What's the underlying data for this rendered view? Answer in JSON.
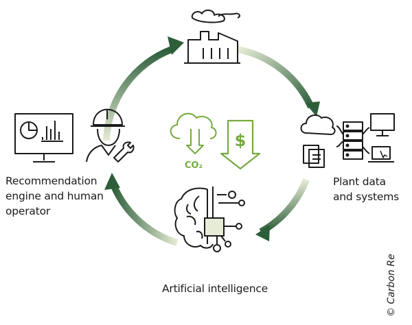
{
  "labels": {
    "recommendation": "Recommendation engine and human operator",
    "plant": "Plant data and systems",
    "ai": "Artificial intelligence",
    "co2": "CO₂",
    "dollar": "$",
    "copyright": "© Carbon Re"
  },
  "colors": {
    "dark_green": "#2d5e3a",
    "light_green": "#e6ecd6",
    "icon_green": "#74a93f",
    "ink": "#1a1a1a"
  },
  "icons": [
    "factory-icon",
    "cloud-icon",
    "server-icon",
    "monitor-icon",
    "laptop-icon",
    "document-icon",
    "brain-chip-icon",
    "dashboard-monitor-icon",
    "worker-hardhat-icon",
    "wrench-icon",
    "cloud-download-co2-icon",
    "dollar-down-arrow-icon"
  ]
}
